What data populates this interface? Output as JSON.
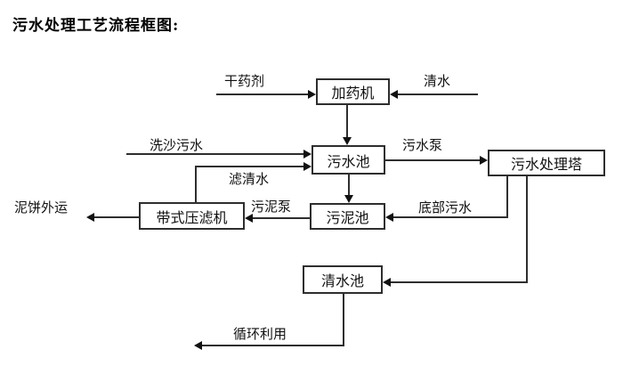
{
  "title": "污水处理工艺流程框图:",
  "diagram_type": "process-flowchart",
  "colors": {
    "background": "#ffffff",
    "line": "#2e2e2e",
    "text": "#000000"
  },
  "nodes": {
    "dosing_machine": {
      "label": "加药机"
    },
    "sewage_pool": {
      "label": "污水池"
    },
    "treatment_tower": {
      "label": "污水处理塔"
    },
    "sludge_pool": {
      "label": "污泥池"
    },
    "belt_filter_press": {
      "label": "带式压滤机"
    },
    "clean_water_pool": {
      "label": "清水池"
    }
  },
  "flow_labels": {
    "dry_chemical": "干药剂",
    "clean_water": "清水",
    "sand_washing_sewage": "洗沙污水",
    "sewage_pump": "污水泵",
    "filtered_water": "滤清水",
    "sludge_pump": "污泥泵",
    "bottom_sewage": "底部污水",
    "mud_cake_out": "泥饼外运",
    "recycling": "循环利用"
  },
  "edges": [
    {
      "from": "dry_chemical_source",
      "to": "dosing_machine",
      "label": "干药剂"
    },
    {
      "from": "clean_water_source",
      "to": "dosing_machine",
      "label": "清水"
    },
    {
      "from": "dosing_machine",
      "to": "sewage_pool",
      "label": ""
    },
    {
      "from": "sand_washing_source",
      "to": "sewage_pool",
      "label": "洗沙污水"
    },
    {
      "from": "belt_filter_press",
      "to": "sewage_pool",
      "label": "滤清水"
    },
    {
      "from": "sewage_pool",
      "to": "treatment_tower",
      "label": "污水泵"
    },
    {
      "from": "sewage_pool",
      "to": "sludge_pool",
      "label": ""
    },
    {
      "from": "treatment_tower",
      "to": "sludge_pool",
      "label": "底部污水"
    },
    {
      "from": "treatment_tower",
      "to": "clean_water_pool",
      "label": ""
    },
    {
      "from": "sludge_pool",
      "to": "belt_filter_press",
      "label": "污泥泵"
    },
    {
      "from": "belt_filter_press",
      "to": "mud_cake_out",
      "label": "泥饼外运"
    },
    {
      "from": "clean_water_pool",
      "to": "recycling_out",
      "label": "循环利用"
    }
  ]
}
